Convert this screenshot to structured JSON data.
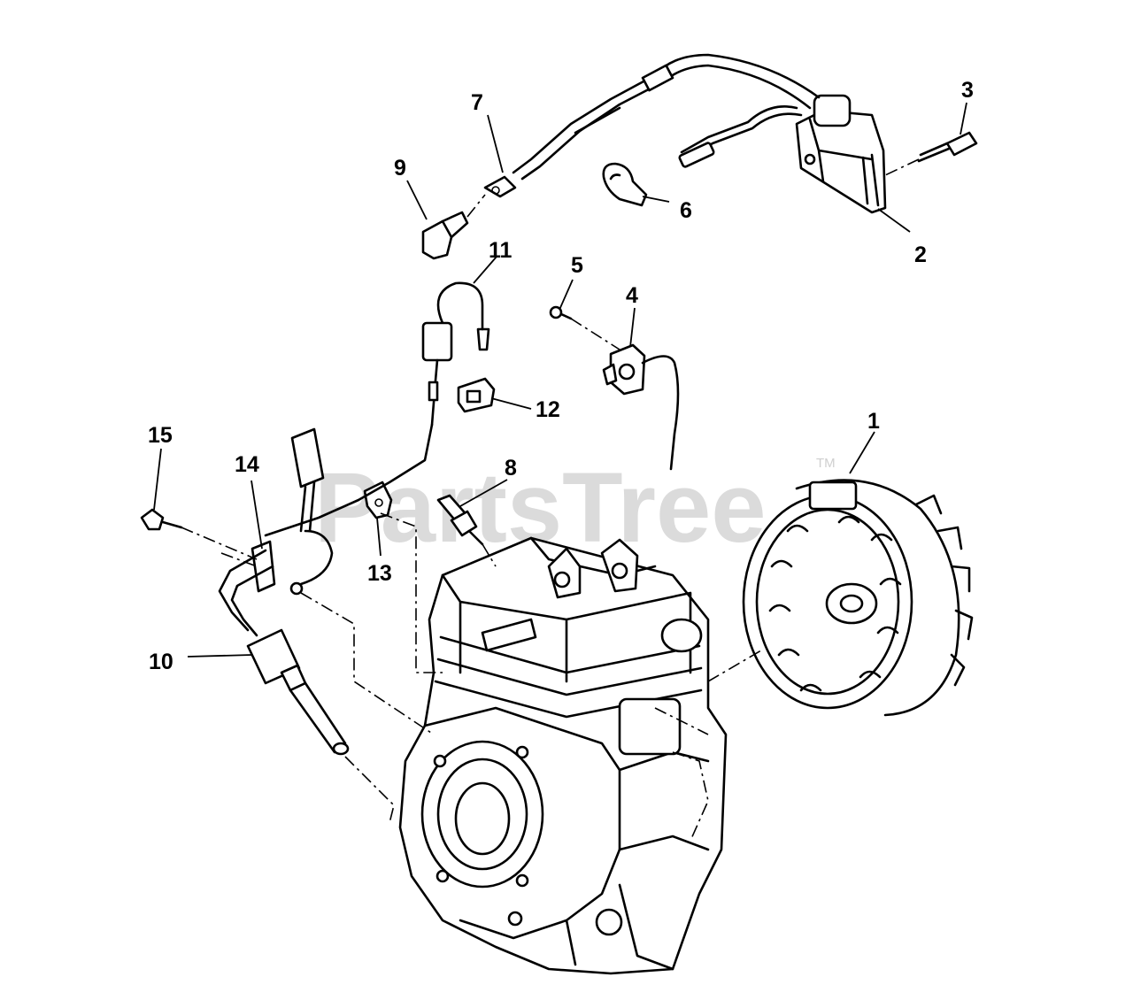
{
  "watermark": {
    "text": "PartsTree",
    "tm": "TM"
  },
  "callouts": [
    "1",
    "2",
    "3",
    "4",
    "5",
    "6",
    "7",
    "8",
    "9",
    "10",
    "11",
    "12",
    "13",
    "14",
    "15"
  ]
}
